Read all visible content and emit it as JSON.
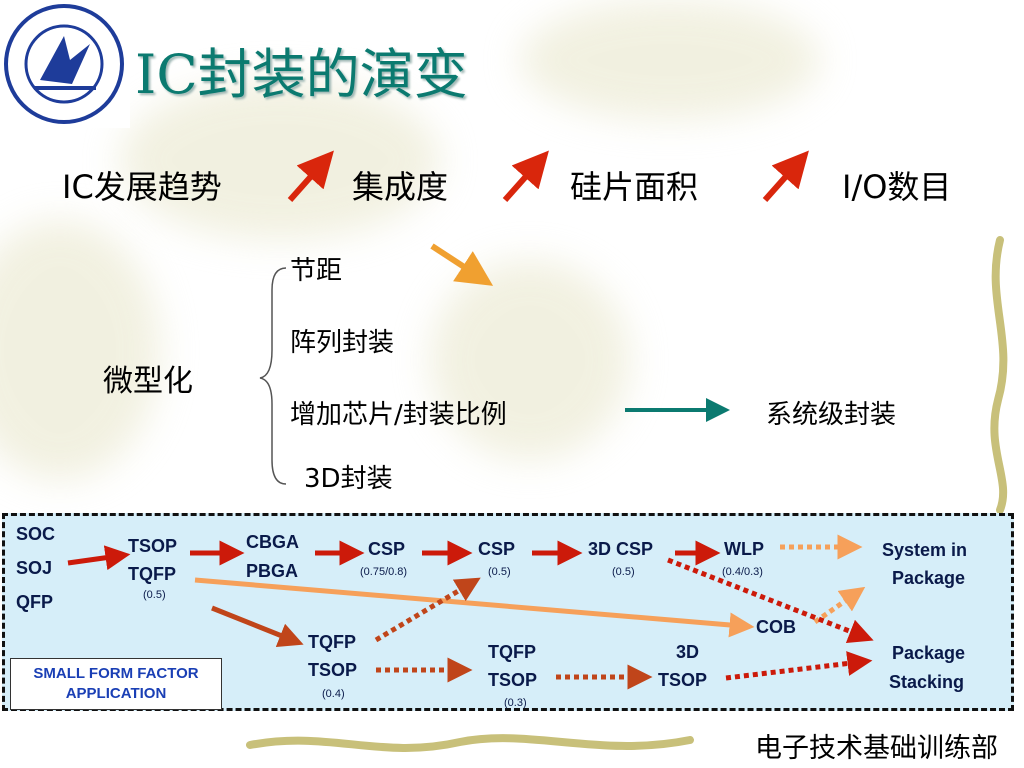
{
  "title": "IC封装的演变",
  "trend": {
    "label": "IC发展趋势",
    "items": [
      "集成度",
      "硅片面积",
      "I/O数目"
    ]
  },
  "miniaturization": {
    "label": "微型化",
    "items": [
      "节距",
      "阵列封装",
      "增加芯片/封装比例",
      "3D封装"
    ],
    "result": "系统级封装"
  },
  "evolution": {
    "col1": [
      "SOC",
      "SOJ",
      "QFP"
    ],
    "tsop_tqfp": [
      "TSOP",
      "TQFP"
    ],
    "tsop_tqfp_note": "(0.5)",
    "cbga_pbga": [
      "CBGA",
      "PBGA"
    ],
    "csp1": "CSP",
    "csp1_note": "(0.75/0.8)",
    "csp2": "CSP",
    "csp2_note": "(0.5)",
    "csp3d": "3D CSP",
    "csp3d_note": "(0.5)",
    "wlp": "WLP",
    "wlp_note": "(0.4/0.3)",
    "sip": [
      "System in",
      "Package"
    ],
    "cob": "COB",
    "stacking": [
      "Package",
      "Stacking"
    ],
    "tqfp_tsop_a": [
      "TQFP",
      "TSOP"
    ],
    "tqfp_tsop_a_note": "(0.4)",
    "tqfp_tsop_b": [
      "TQFP",
      "TSOP"
    ],
    "tqfp_tsop_b_note": "(0.3)",
    "tsop3d": [
      "3D",
      "TSOP"
    ],
    "sff": [
      "SMALL FORM FACTOR",
      "APPLICATION"
    ]
  },
  "footer": "电子技术基础训练部",
  "colors": {
    "title": "#0b7a70",
    "trend_arrow": "#d9260c",
    "pitch_arrow": "#f0a030",
    "teal_arrow": "#0b7a70",
    "red_arrow": "#cc1a0a",
    "orange_arrow": "#f6a05a",
    "panel_bg": "#d6eef9",
    "sff_text": "#1a3fb5"
  }
}
